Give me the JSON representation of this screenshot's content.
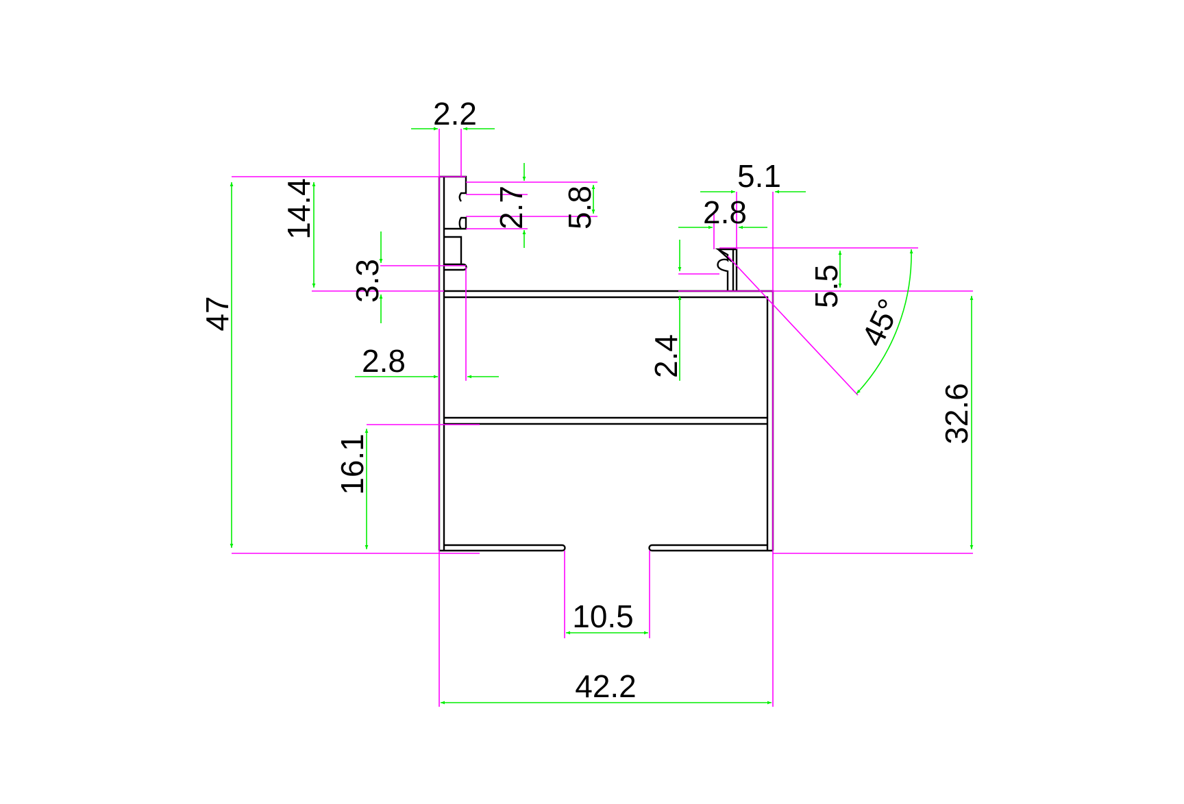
{
  "colors": {
    "profile": "#000000",
    "extension": "#ff00ff",
    "dimension": "#00ee00",
    "background": "#ffffff"
  },
  "dimensions": {
    "overall_height": "47",
    "slot_width": "2.2",
    "top_lip_height": "14.4",
    "slot_gap_1": "2.7",
    "slot_gap_2": "5.8",
    "tab_width": "5.1",
    "hook_width": "2.8",
    "fin_height": "3.3",
    "hook_height": "5.5",
    "angle": "45°",
    "wall_thickness": "2.8",
    "rib_thickness": "2.4",
    "right_height": "32.6",
    "lower_cell_height": "16.1",
    "opening_width": "10.5",
    "overall_width": "42.2"
  }
}
